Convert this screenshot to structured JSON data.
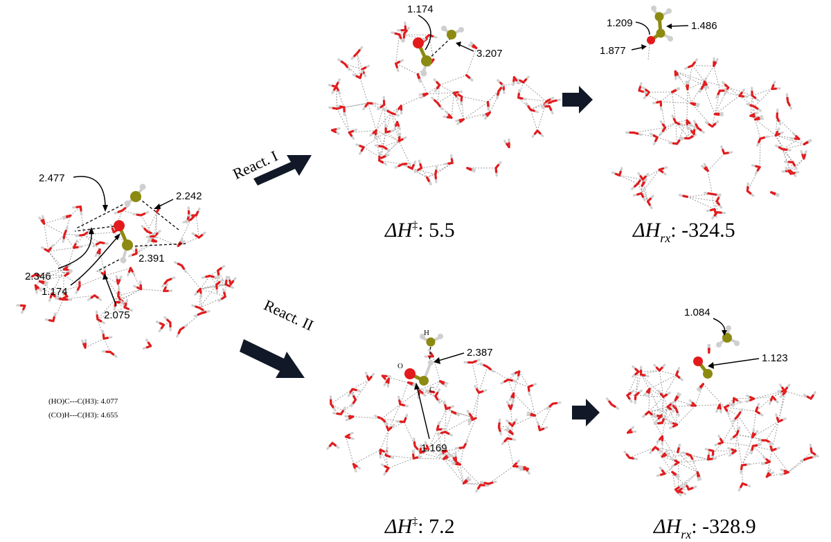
{
  "colors": {
    "oxygen": "#e31a1c",
    "hydrogen": "#cfcfcf",
    "carbon": "#8c8a10",
    "arrow": "#111827",
    "hbond": "#9a9a9a"
  },
  "left_cluster": {
    "labels": [
      "2.477",
      "2.242",
      "2.346",
      "1.174",
      "2.391",
      "2.075"
    ],
    "footnote": [
      "(HO)C---C(H3): 4.077",
      "(CO)H---C(H3): 4.655"
    ]
  },
  "reaction_I": {
    "arrow_label": "React. I",
    "ts_labels": [
      "1.174",
      "3.207"
    ],
    "ts_energy": {
      "symbol": "ΔH",
      "dagger": "‡",
      "value": ": 5.5"
    },
    "product_labels": [
      "1.209",
      "1.486",
      "1.877"
    ],
    "product_energy": {
      "symbol": "ΔH",
      "sub": "rx",
      "value": ": -324.5"
    }
  },
  "reaction_II": {
    "arrow_label": "React. II",
    "ts_labels": [
      "2.387",
      "1.169"
    ],
    "atom_labels": [
      "H",
      "O",
      "C"
    ],
    "ts_energy": {
      "symbol": "ΔH",
      "dagger": "‡",
      "value": ": 7.2"
    },
    "product_labels": [
      "1.084",
      "1.123"
    ],
    "product_energy": {
      "symbol": "ΔH",
      "sub": "rx",
      "value": ": -328.9"
    }
  }
}
